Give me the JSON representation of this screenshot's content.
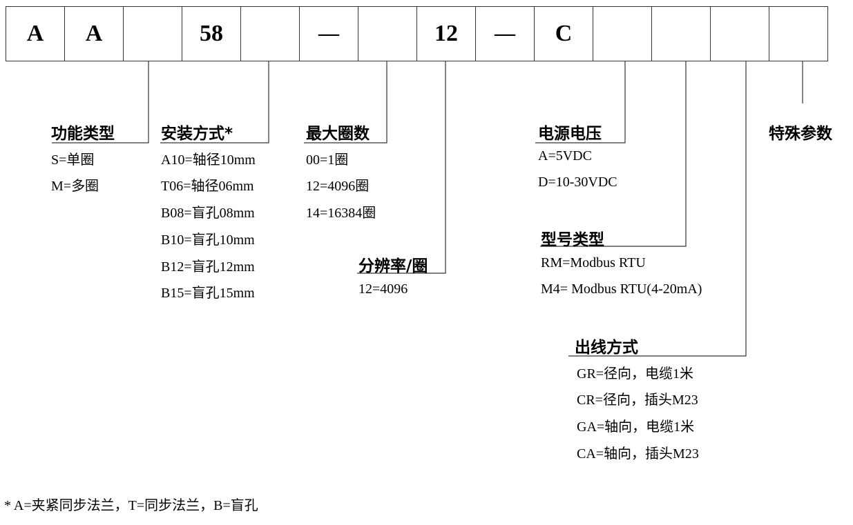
{
  "code_boxes": [
    "A",
    "A",
    "",
    "58",
    "",
    "—",
    "",
    "12",
    "—",
    "C",
    "",
    "",
    "",
    ""
  ],
  "groups": {
    "function": {
      "title": "功能类型",
      "options": [
        "S=单圈",
        "M=多圈"
      ]
    },
    "mounting": {
      "title": "安装方式*",
      "options": [
        "A10=轴径10mm",
        "T06=轴径06mm",
        "B08=盲孔08mm",
        "B10=盲孔10mm",
        "B12=盲孔12mm",
        "B15=盲孔15mm"
      ]
    },
    "turns": {
      "title": "最大圈数",
      "options": [
        "00=1圈",
        "12=4096圈",
        "14=16384圈"
      ]
    },
    "resolution": {
      "title": "分辨率/圈",
      "options": [
        "12=4096"
      ]
    },
    "voltage": {
      "title": "电源电压",
      "options": [
        "A=5VDC",
        "D=10-30VDC"
      ]
    },
    "model": {
      "title": "型号类型",
      "options": [
        "RM=Modbus RTU",
        "M4= Modbus RTU(4-20mA)"
      ]
    },
    "wiring": {
      "title": "出线方式",
      "options": [
        "GR=径向，电缆1米",
        "CR=径向，插头M23",
        "GA=轴向，电缆1米",
        "CA=轴向，插头M23"
      ]
    },
    "special": {
      "title": "特殊参数",
      "options": []
    }
  },
  "footnote": "* A=夹紧同步法兰，T=同步法兰，B=盲孔"
}
